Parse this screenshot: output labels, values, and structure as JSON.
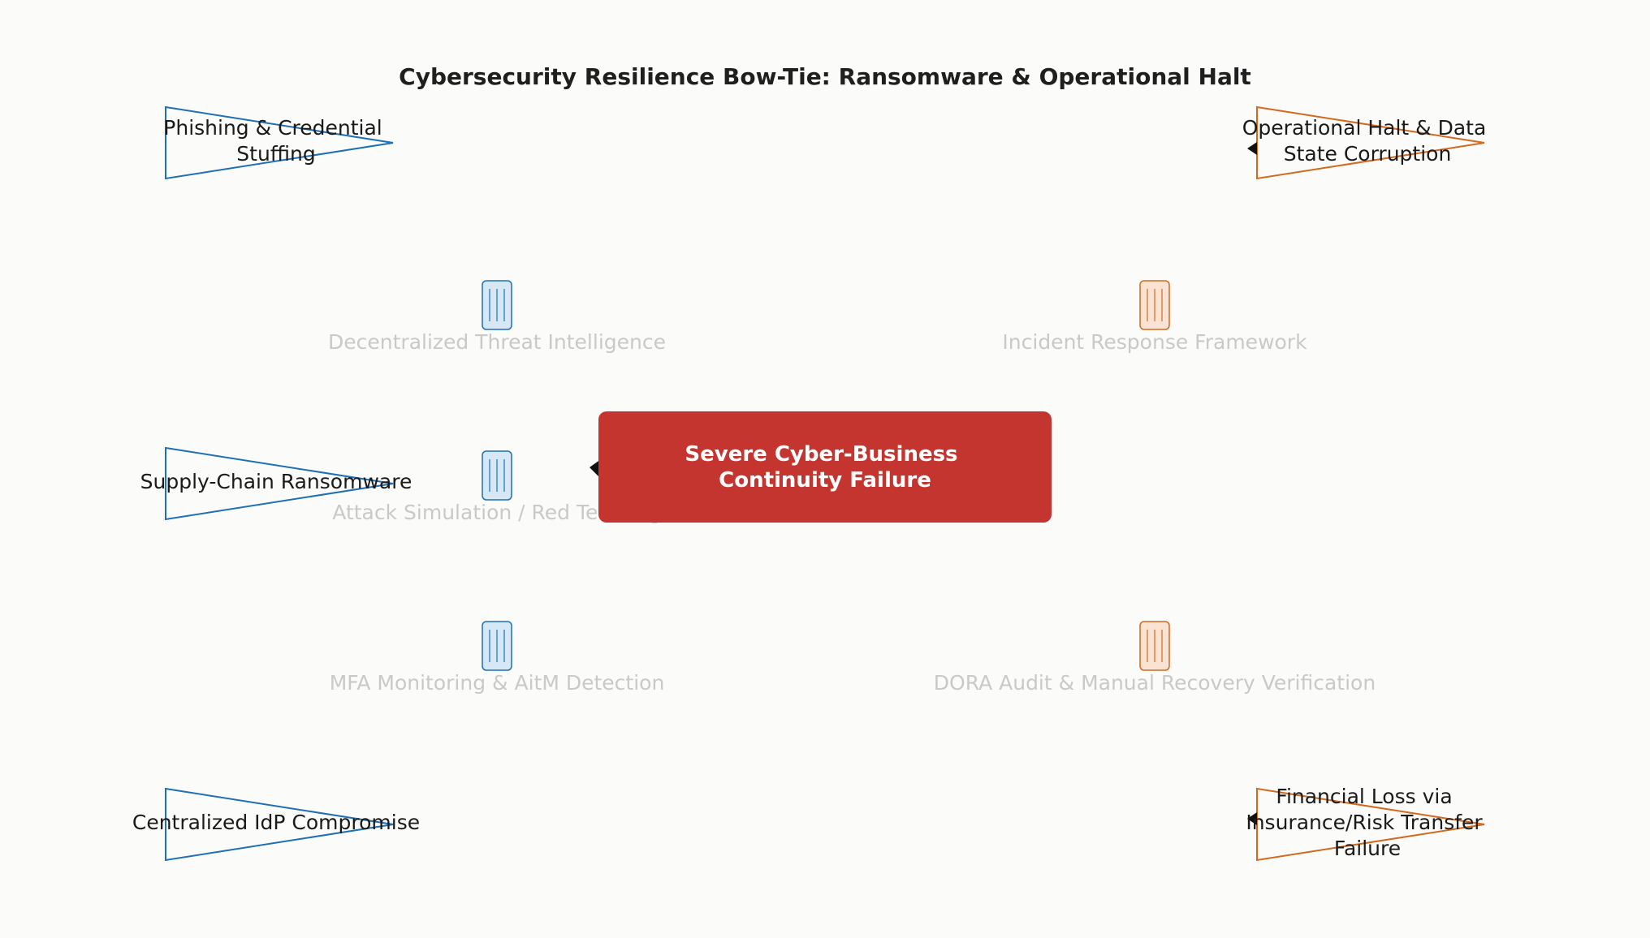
{
  "title": "Cybersecurity Resilience Bow-Tie: Ransomware & Operational Halt",
  "top_event": {
    "lines": [
      "Severe Cyber-Business",
      "Continuity Failure"
    ],
    "color": "#c5352f"
  },
  "threats": [
    {
      "id": "phishing",
      "lines": [
        "Phishing & Credential",
        "Stuffing"
      ]
    },
    {
      "id": "supply-chain",
      "lines": [
        "Supply-Chain Ransomware"
      ]
    },
    {
      "id": "idp",
      "lines": [
        "Centralized IdP Compromise"
      ]
    }
  ],
  "consequences": [
    {
      "id": "operational-halt",
      "lines": [
        "Operational Halt & Data",
        "State Corruption"
      ]
    },
    {
      "id": "financial-loss",
      "lines": [
        "Financial Loss via",
        "Insurance/Risk Transfer",
        "Failure"
      ]
    }
  ],
  "preventive_barriers": [
    {
      "id": "threat-intel",
      "label": "Decentralized Threat Intelligence"
    },
    {
      "id": "red-team",
      "label": "Attack Simulation / Red Teaming"
    },
    {
      "id": "mfa",
      "label": "MFA Monitoring & AitM Detection"
    }
  ],
  "mitigative_barriers": [
    {
      "id": "incident-response",
      "label": "Incident Response Framework"
    },
    {
      "id": "dora-audit",
      "label": "DORA Audit & Manual Recovery Verification"
    }
  ],
  "colors": {
    "threat_stroke": "#1f6fb5",
    "consequence_stroke": "#d2691e",
    "preventive_fill": "#d6e8f5",
    "mitigative_fill": "#fbe3d3",
    "barrier_text": "#c9c9c9",
    "background": "#fbfbf9"
  }
}
